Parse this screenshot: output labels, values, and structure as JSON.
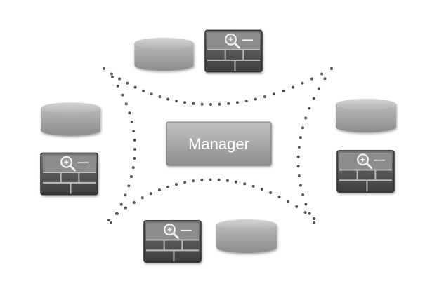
{
  "manager": {
    "label": "Manager"
  },
  "nodes": [
    {
      "id": "top",
      "icons": [
        "database-icon",
        "firewall-search-icon"
      ]
    },
    {
      "id": "left",
      "icons": [
        "database-icon",
        "firewall-search-icon"
      ]
    },
    {
      "id": "right",
      "icons": [
        "database-icon",
        "firewall-search-icon"
      ]
    },
    {
      "id": "bottom",
      "icons": [
        "firewall-search-icon",
        "database-icon"
      ]
    }
  ],
  "colors": {
    "manager_fill": "#a9a9a9",
    "database_fill": "#a8a8a8",
    "firewall_fill": "#5a5a5a",
    "dots": "#555555"
  }
}
